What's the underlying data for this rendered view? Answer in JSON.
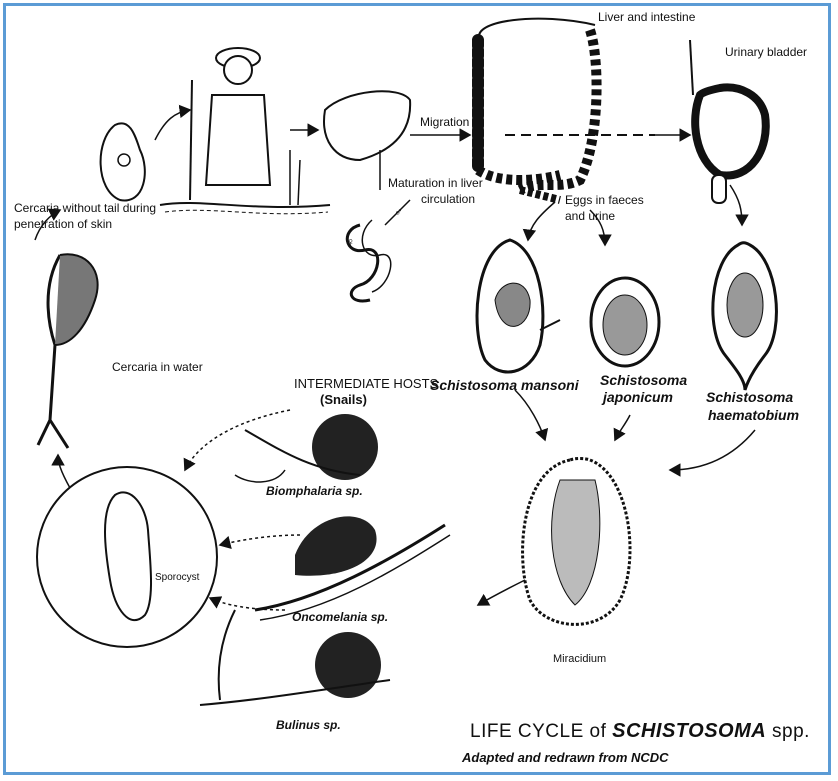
{
  "labels": {
    "liver_intestine": "Liver and intestine",
    "urinary_bladder": "Urinary bladder",
    "migration": "Migration",
    "maturation_line1": "Maturation in liver",
    "maturation_line2": "circulation",
    "cercaria_tail_line1": "Cercaria without tail during",
    "cercaria_tail_line2": "penetration of skin",
    "eggs_line1": "Eggs in faeces",
    "eggs_line2": "and urine",
    "cercaria_water": "Cercaria in water",
    "intermediate_hosts": "INTERMEDIATE HOSTS",
    "snails": "(Snails)",
    "s_mansoni": "Schistosoma mansoni",
    "s_japonicum_line1": "Schistosoma",
    "s_japonicum_line2": "japonicum",
    "s_haematobium_line1": "Schistosoma",
    "s_haematobium_line2": "haematobium",
    "sporocyst": "Sporocyst",
    "biomphalaria": "Biomphalaria sp.",
    "oncomelania": "Oncomelania sp.",
    "bulinus": "Bulinus sp.",
    "miracidium": "Miracidium",
    "male_symbol": "♂",
    "female_symbol": "♀"
  },
  "title": {
    "prefix": "LIFE CYCLE of",
    "genus": "SCHISTOSOMA",
    "suffix": "spp."
  },
  "credit": "Adapted and redrawn from NCDC"
}
